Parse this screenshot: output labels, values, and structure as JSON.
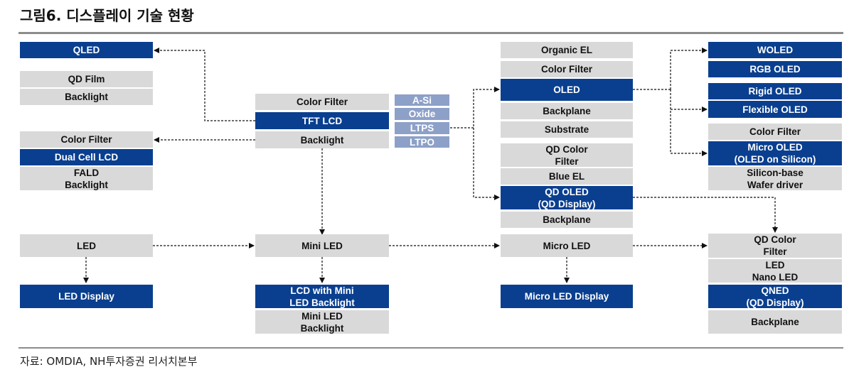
{
  "title": "그림6. 디스플레이 기술 현황",
  "source": "자료: OMDIA, NH투자증권 리서치본부",
  "colors": {
    "blue": "#0a3f8f",
    "gray": "#d9d9d9",
    "slate": "#8da0c8",
    "rule": "#8c8c8c"
  },
  "boxes": {
    "qled": "QLED",
    "qd_film": "QD Film",
    "backlight_left": "Backlight",
    "color_filter_left": "Color Filter",
    "dual_cell_lcd": "Dual Cell LCD",
    "fald_backlight": "FALD\nBacklight",
    "led": "LED",
    "led_display": "LED Display",
    "color_filter_lcd": "Color Filter",
    "tft_lcd": "TFT LCD",
    "backlight_lcd": "Backlight",
    "mini_led": "Mini LED",
    "lcd_mini_led_backlight": "LCD with Mini\nLED Backlight",
    "mini_led_backlight": "Mini LED\nBacklight",
    "tft": {
      "a_si": "A-Si",
      "oxide": "Oxide",
      "ltps": "LTPS",
      "ltpo": "LTPO"
    },
    "organic_el": "Organic EL",
    "color_filter_oled": "Color Filter",
    "oled": "OLED",
    "backplane_oled": "Backplane",
    "substrate": "Substrate",
    "qd_color_filter": "QD Color\nFilter",
    "blue_el": "Blue EL",
    "qd_oled": "QD OLED\n(QD Display)",
    "backplane_qdoled": "Backplane",
    "micro_led": "Micro LED",
    "micro_led_display": "Micro LED Display",
    "woled": "WOLED",
    "rgb_oled": "RGB OLED",
    "rigid_oled": "Rigid OLED",
    "flexible_oled": "Flexible OLED",
    "color_filter_micro": "Color Filter",
    "micro_oled": "Micro OLED\n(OLED on Silicon)",
    "silicon_wafer": "Silicon-base\nWafer driver",
    "qd_color_filter_right": "QD Color\nFilter",
    "led_nano_led": "LED\nNano LED",
    "qned": "QNED\n(QD Display)",
    "backplane_qned": "Backplane"
  }
}
